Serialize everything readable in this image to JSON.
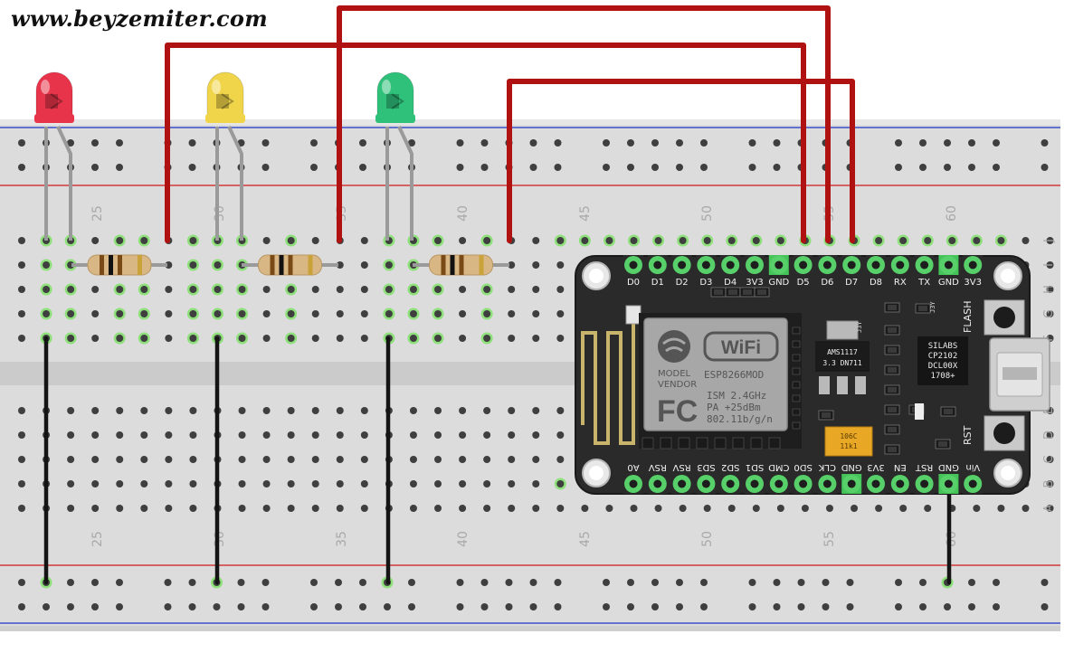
{
  "watermark": "www.beyzemiter.com",
  "breadboard": {
    "column_numbers": [
      "25",
      "30",
      "35",
      "40",
      "45",
      "50",
      "55",
      "60"
    ],
    "row_letters_top": [
      "J",
      "I",
      "H",
      "G",
      "F"
    ],
    "row_letters_bottom": [
      "E",
      "D",
      "C",
      "B",
      "A"
    ]
  },
  "leds": [
    {
      "color_name": "red",
      "color": "#e8344a"
    },
    {
      "color_name": "yellow",
      "color": "#f0d54a"
    },
    {
      "color_name": "green",
      "color": "#2fc07a"
    }
  ],
  "module": {
    "top_pins": [
      "D0",
      "D1",
      "D2",
      "D3",
      "D4",
      "3V3",
      "GND",
      "D5",
      "D6",
      "D7",
      "D8",
      "RX",
      "TX",
      "GND",
      "3V3"
    ],
    "bottom_pins": [
      "A0",
      "RSV",
      "RSV",
      "SD3",
      "SD2",
      "SD1",
      "CMD",
      "SD0",
      "CLK",
      "GND",
      "3V3",
      "EN",
      "RST",
      "GND",
      "Vin"
    ],
    "wifi_logo": "WiFi",
    "model_label": "MODEL",
    "vendor_label": "VENDOR",
    "module_name": "ESP8266MOD",
    "fc_mark": "FC",
    "spec_lines": [
      "ISM 2.4GHz",
      "PA  +25dBm",
      "802.11b/g/n"
    ],
    "reg_lines": [
      "AMS1117",
      "3.3  DN711"
    ],
    "usb_chip_lines": [
      "SILABS",
      "CP2102",
      "DCL00X",
      "1708+"
    ],
    "flash_label": "FLASH",
    "rst_label": "RST",
    "cap_lines": [
      "106C",
      "11k1"
    ],
    "small_label_1": "J3Y",
    "small_label_2": "J3Y"
  }
}
